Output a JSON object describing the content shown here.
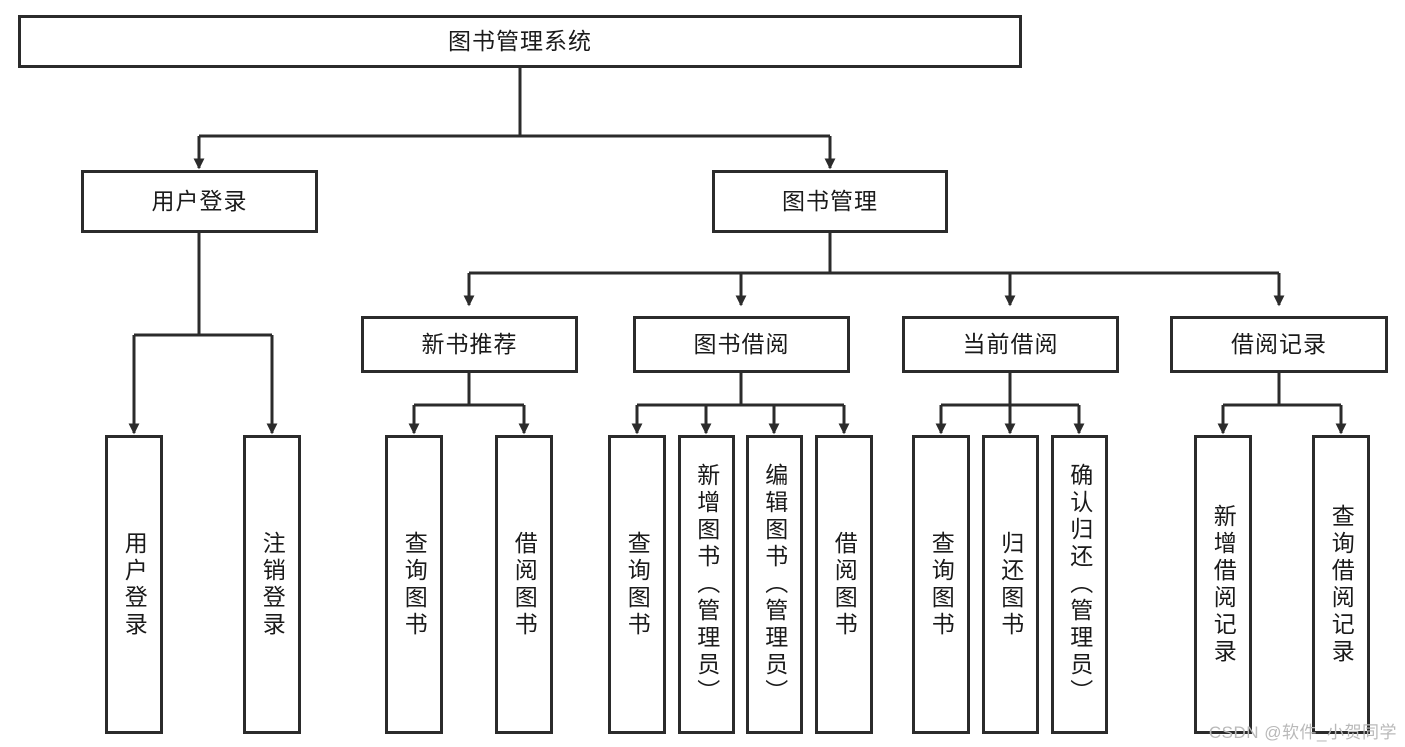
{
  "diagram": {
    "title": "图书管理系统",
    "type": "hierarchy-tree",
    "colors": {
      "stroke": "#2b2b2b",
      "fill": "#ffffff",
      "text": "#1a1a1a",
      "watermark": "#b9b9b9"
    },
    "root": {
      "id": "root",
      "label": "图书管理系统"
    },
    "level2": [
      {
        "id": "user-login",
        "label": "用户登录"
      },
      {
        "id": "book-manage",
        "label": "图书管理"
      }
    ],
    "level3": [
      {
        "id": "new-book-recommend",
        "label": "新书推荐"
      },
      {
        "id": "book-borrow",
        "label": "图书借阅"
      },
      {
        "id": "current-borrow",
        "label": "当前借阅"
      },
      {
        "id": "borrow-record",
        "label": "借阅记录"
      }
    ],
    "leaves": [
      {
        "id": "leaf-user-login",
        "label": "用户登录",
        "parent": "user-login"
      },
      {
        "id": "leaf-logout-login",
        "label": "注销登录",
        "parent": "user-login"
      },
      {
        "id": "leaf-query-book-1",
        "label": "查询图书",
        "parent": "new-book-recommend"
      },
      {
        "id": "leaf-borrow-book-1",
        "label": "借阅图书",
        "parent": "new-book-recommend"
      },
      {
        "id": "leaf-query-book-2",
        "label": "查询图书",
        "parent": "book-borrow"
      },
      {
        "id": "leaf-add-book",
        "label": "新增图书（管理员）",
        "parent": "book-borrow"
      },
      {
        "id": "leaf-edit-book",
        "label": "编辑图书（管理员）",
        "parent": "book-borrow"
      },
      {
        "id": "leaf-borrow-book-2",
        "label": "借阅图书",
        "parent": "book-borrow"
      },
      {
        "id": "leaf-query-book-3",
        "label": "查询图书",
        "parent": "current-borrow"
      },
      {
        "id": "leaf-return-book",
        "label": "归还图书",
        "parent": "current-borrow"
      },
      {
        "id": "leaf-confirm-return",
        "label": "确认归还（管理员）",
        "parent": "current-borrow"
      },
      {
        "id": "leaf-add-record",
        "label": "新增借阅记录",
        "parent": "borrow-record"
      },
      {
        "id": "leaf-query-record",
        "label": "查询借阅记录",
        "parent": "borrow-record"
      }
    ],
    "watermark": "CSDN @软件_小贺同学"
  }
}
